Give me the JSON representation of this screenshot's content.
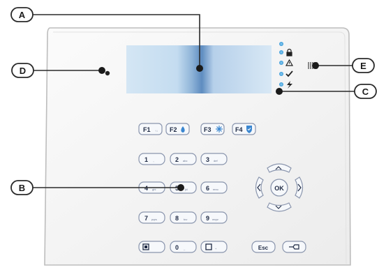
{
  "callouts": {
    "a": "A",
    "b": "B",
    "c": "C",
    "d": "D",
    "e": "E"
  },
  "function_keys": {
    "f1": "F1",
    "f2": "F2",
    "f3": "F3",
    "f4": "F4"
  },
  "number_keys": {
    "k1": "1",
    "k2": "2",
    "k3": "3",
    "k4": "4",
    "k5": "5",
    "k6": "6",
    "k7": "7",
    "k8": "8",
    "k9": "9",
    "k0": "0"
  },
  "nav_keys": {
    "ok": "OK",
    "esc": "Esc"
  },
  "colors": {
    "callout_line": "#2a2a2a",
    "panel_border": "#c8c8c8",
    "led": "#5ab4e8",
    "key_border": "#8a95ad",
    "accent": "#3a86d0"
  },
  "icons": {
    "status_leds": [
      "led-icon",
      "lock-icon",
      "warning-icon",
      "check-icon",
      "power-icon"
    ],
    "speaker": "speaker-icon",
    "microphone": "microphone-icon"
  }
}
